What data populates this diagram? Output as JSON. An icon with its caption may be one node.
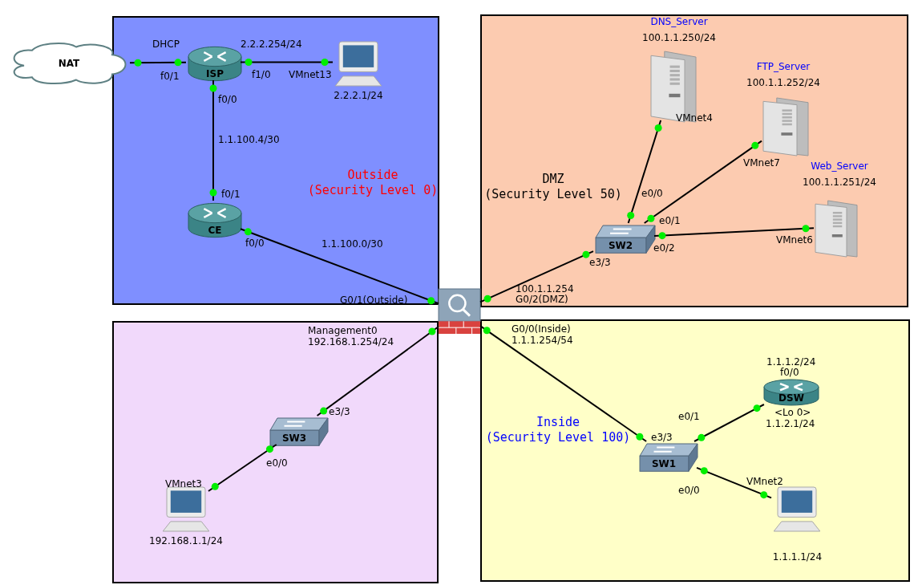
{
  "diagram": {
    "nodes": [
      {
        "text": [
          "Outside (Security Level 0)"
        ]
      },
      {
        "text": [
          "DMZ (Security Level 50)"
        ]
      },
      {
        "text": [],
        "shape": "box"
      },
      {
        "text": [
          "Inside (Security Level 100)"
        ]
      },
      {
        "text": [
          "NAT"
        ]
      },
      {
        "text": [
          "ISP"
        ],
        "in": 0
      },
      {
        "text": [],
        "shape": "computer",
        "beside": [
          "2.2.2.1/24"
        ],
        "in": 0
      },
      {
        "text": [
          "CE"
        ],
        "in": 0
      },
      {
        "text": [],
        "shape": "firewall"
      },
      {
        "text": [
          "DNS_Server"
        ],
        "beside": [
          "100.1.1.250/24"
        ],
        "in": 1
      },
      {
        "text": [
          "FTP_Server"
        ],
        "beside": [
          "100.1.1.252/24"
        ],
        "in": 1
      },
      {
        "text": [
          "Web_Server"
        ],
        "beside": [
          "100.1.1.251/24"
        ],
        "in": 1
      },
      {
        "text": [
          "SW2"
        ],
        "in": 1
      },
      {
        "text": [
          "SW3"
        ],
        "in": 2
      },
      {
        "text": [],
        "shape": "computer",
        "beside": [
          "192.168.1.1/24"
        ],
        "in": 2
      },
      {
        "text": [
          "SW1"
        ],
        "in": 3
      },
      {
        "text": [
          "DSW"
        ],
        "in": 3
      },
      {
        "text": [],
        "shape": "computer",
        "beside": [
          "1.1.1.1/24"
        ],
        "in": 3
      }
    ],
    "edges": [
      {
        "from": 4,
        "to": 5,
        "arrow": "none"
      },
      {
        "from": 5,
        "to": 6,
        "arrow": "none"
      },
      {
        "from": 5,
        "to": 7,
        "arrow": "none",
        "label": "1.1.100.4/30"
      },
      {
        "from": 7,
        "to": 8,
        "arrow": "none",
        "label": "1.1.100.0/30"
      },
      {
        "from": 8,
        "to": 12,
        "arrow": "none"
      },
      {
        "from": 12,
        "to": 9,
        "arrow": "none"
      },
      {
        "from": 12,
        "to": 10,
        "arrow": "none"
      },
      {
        "from": 12,
        "to": 11,
        "arrow": "none"
      },
      {
        "from": 8,
        "to": 13,
        "arrow": "none"
      },
      {
        "from": 13,
        "to": 14,
        "arrow": "none"
      },
      {
        "from": 8,
        "to": 15,
        "arrow": "none"
      },
      {
        "from": 15,
        "to": 16,
        "arrow": "none"
      },
      {
        "from": 15,
        "to": 17,
        "arrow": "none"
      }
    ],
    "labels": [
      "DHCP",
      "f0/1",
      "2.2.2.254/24",
      "f1/0",
      "VMnet13",
      "f0/0",
      "f0/1",
      "f0/0",
      "G0/1(Outside)",
      "100.1.1.254",
      "G0/2(DMZ)",
      "VMnet4",
      "VMnet7",
      "e0/0",
      "e0/1",
      "e0/2",
      "VMnet6",
      "e3/3",
      "Management0",
      "192.168.1.254/24",
      "G0/0(Inside)",
      "1.1.1.254/54",
      "1.1.1.2/24",
      "f0/0",
      "<Lo 0>",
      "1.1.2.1/24",
      "e0/1",
      "e3/3",
      "e3/3",
      "e0/0",
      "VMnet3",
      "e0/0",
      "VMnet2"
    ]
  }
}
